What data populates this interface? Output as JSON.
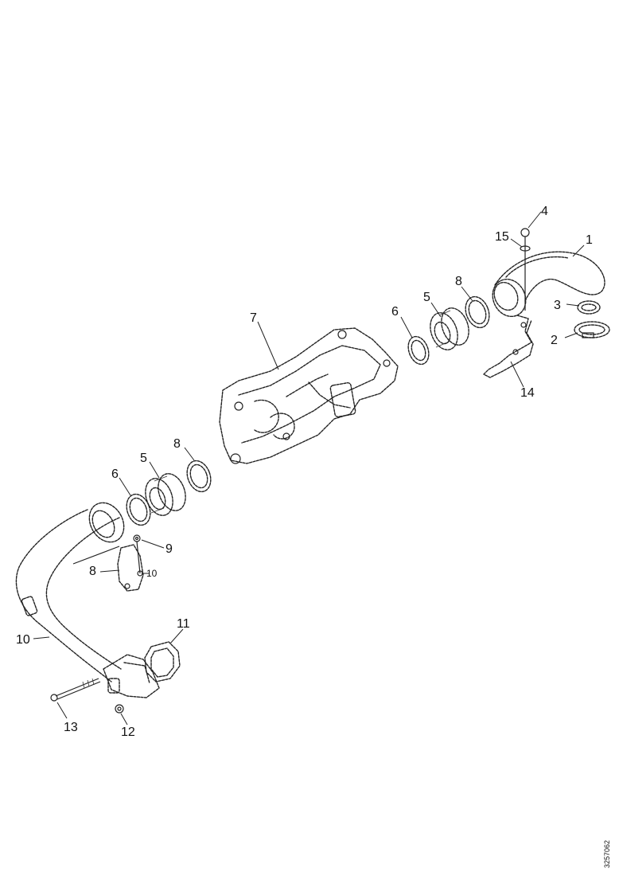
{
  "diagram": {
    "callouts": [
      "1",
      "2",
      "3",
      "4",
      "15",
      "5",
      "6",
      "8",
      "7",
      "14",
      "5",
      "6",
      "8",
      "9",
      "8",
      "10",
      "10",
      "11",
      "12",
      "13"
    ],
    "doc_ref": "3257062"
  }
}
